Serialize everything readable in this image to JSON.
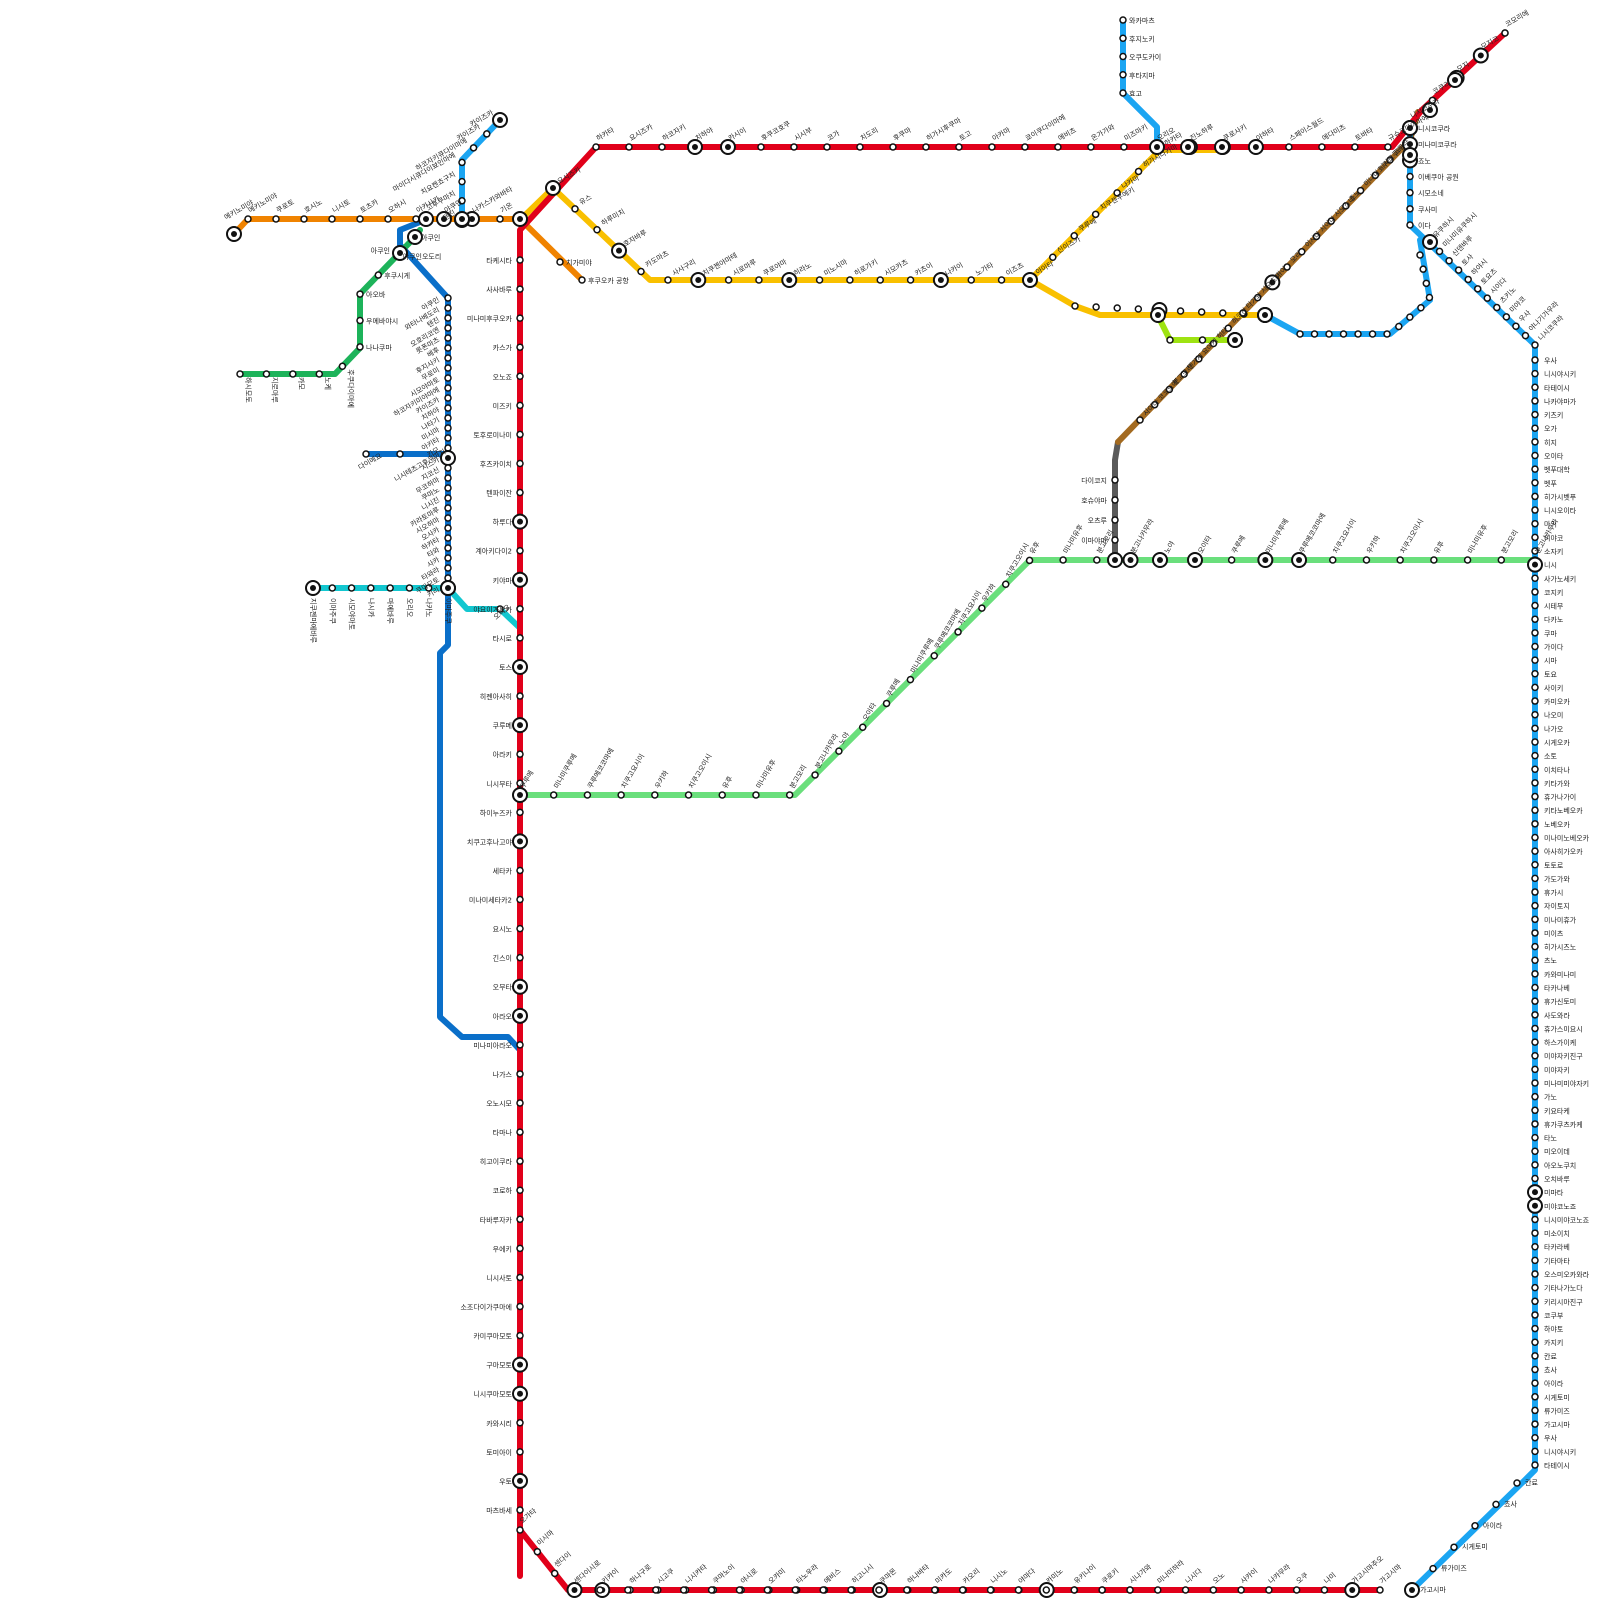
{
  "colors": {
    "red": "#e1001a",
    "orange": "#f08300",
    "yellow": "#f9c000",
    "green": "#1db35a",
    "lightgreen": "#6adf7c",
    "blue": "#0a6fc9",
    "cyan": "#12c7d0",
    "sky": "#1ba5f2",
    "brown": "#a36a20",
    "gray": "#5a5a5a",
    "lime": "#9ee312"
  },
  "lines": [
    {
      "color": "red"
    },
    {
      "color": "orange"
    },
    {
      "color": "yellow"
    },
    {
      "color": "green"
    },
    {
      "color": "lightgreen"
    },
    {
      "color": "blue"
    },
    {
      "color": "cyan"
    },
    {
      "color": "sky"
    },
    {
      "color": "brown"
    },
    {
      "color": "gray"
    },
    {
      "color": "lime"
    }
  ],
  "labels": {
    "red_vertical": [
      "타케시타",
      "사사바루",
      "미나미후쿠오카",
      "카스가",
      "오노죠",
      "미즈키",
      "토후로미나미",
      "후츠카이치",
      "텐파이잔",
      "하루다",
      "계아키다이2",
      "키야마",
      "야요이가오카",
      "타시로",
      "토스",
      "히젠아사히",
      "쿠루메",
      "아라키",
      "니시무타",
      "하이누즈카",
      "치쿠고후나고야",
      "세타카",
      "미나미세타카2",
      "요시노",
      "긴스이",
      "오무타",
      "아라오",
      "미나미아라오",
      "나가스",
      "오노시모",
      "타마나",
      "히고이쿠라",
      "코로하",
      "타바루자카",
      "우에키",
      "니시사토",
      "소조다이가쿠마에",
      "카미쿠마모토",
      "구마모토",
      "니시쿠마모토",
      "카와시리",
      "토미아이",
      "우토",
      "마츠바세"
    ],
    "red_top": [
      "하카타",
      "요시즈카",
      "하코자키",
      "치하야",
      "카시이",
      "후쿠코호쿠",
      "시시부",
      "코가",
      "치도리",
      "후쿠마",
      "히가시후쿠마",
      "토고",
      "아카마",
      "쿄이쿠다이마에",
      "에비츠",
      "온가가와",
      "미즈마키",
      "오리오",
      "진노하루",
      "쿠로사키",
      "야하타",
      "스페이스월드",
      "에다미츠",
      "토바타",
      "규슈코다이마에",
      "니시코쿠라",
      "코쿠라",
      "모지",
      "모지코",
      "코모리에"
    ],
    "red_bottom": [
      "오가타",
      "미시마",
      "센다이",
      "센다이시로",
      "키카이",
      "하나구로",
      "시고쿠",
      "니시카타",
      "쿠마노이",
      "야시로",
      "오카미",
      "타노우라",
      "에비스",
      "히고니시",
      "쿠마몬",
      "하나바타",
      "미카도",
      "카오리",
      "니시노",
      "야마다",
      "카미노",
      "유키나이",
      "쿠로키",
      "시나가와",
      "미나미하라",
      "니시다",
      "오노",
      "사카이",
      "나카무라",
      "오쿠",
      "나미",
      "가고시마주오",
      "가고시마"
    ],
    "orange_top": [
      "에키노미야",
      "쿠로토",
      "호시노",
      "니시토",
      "토츠카",
      "오하시",
      "아카사카",
      "야쿠인",
      "나카스카와바타",
      "기온"
    ],
    "orange_branch": [
      "치가미야",
      "후쿠오카 공항"
    ],
    "yellow": [
      "요시즈카",
      "유스",
      "하루미치",
      "호자바루",
      "카도마츠",
      "사사구리",
      "치쿠젠야마테",
      "시로마루",
      "쿠로야마",
      "히라노",
      "미노시마",
      "히로가키",
      "시모카츠",
      "카츠이",
      "나카이",
      "노가타",
      "이즈츠",
      "아이타",
      "신이즈카",
      "쿠루메",
      "치쿠젠우에키",
      "나카마",
      "히가시나카마",
      "하카타"
    ],
    "green": [
      "하시모토",
      "지로마루",
      "카모",
      "노케",
      "후쿠다이마에",
      "나나쿠마",
      "우메바야시",
      "아오바",
      "후쿠시게",
      "야쿠인오도리",
      "아쿠인"
    ],
    "blue": [
      "아쿠인",
      "와타나베도리",
      "텐진",
      "오호리코엔",
      "롯폰마츠",
      "베후",
      "후지사키",
      "무로미",
      "시모야마토",
      "하코자키미야마에",
      "카이즈카",
      "치하야",
      "나타기",
      "미시마",
      "아키타",
      "카모",
      "시스카",
      "지코신",
      "무코하마",
      "쿠마노",
      "니시진",
      "카라토마루",
      "시오하마",
      "오사카",
      "하카타",
      "타와",
      "사카",
      "타와라",
      "쿠마모토",
      "키리",
      "나카쿠",
      "시오",
      "오하시",
      "무로카",
      "하루타"
    ],
    "blue_branch": [
      "다이메요",
      "니시테츠고후쿠마치"
    ],
    "cyan": [
      "지쿠젠마에바루",
      "이마주쿠",
      "시모야마토",
      "나시카",
      "마에바루",
      "오리오",
      "나카노",
      "이마주쿠"
    ],
    "sky_top": [
      "와카마츠",
      "후지노키",
      "오쿠도카이",
      "후타지마",
      "효고",
      "오리오"
    ],
    "sky_right": [
      "우사",
      "니시야시키",
      "타테이시",
      "나카야마가",
      "키츠키",
      "오가",
      "히지",
      "오이타",
      "벳푸대학",
      "벳푸",
      "히가시벳푸",
      "니시오이타",
      "마키",
      "미야코",
      "소자키",
      "니시",
      "사가노세키",
      "코지키",
      "시테무",
      "다카노",
      "쿠마",
      "가이다",
      "시마",
      "토요",
      "사이키",
      "카미오카",
      "나오미",
      "나가오",
      "시게오카",
      "소토",
      "이치타나",
      "키타가와",
      "휴가나가이",
      "키타노베오카",
      "노베오카",
      "미나미노베오카",
      "아사히가오카",
      "토토로",
      "가도가와",
      "휴가시",
      "자이토지",
      "미나미휴가",
      "미이츠",
      "히가시츠노",
      "츠노",
      "카와미나미",
      "타카나베",
      "휴가신토미",
      "사도와라",
      "휴가스미요시",
      "하스가이케",
      "미야자키진구",
      "미야자키",
      "미나미미야자키",
      "가노",
      "키요타케",
      "휴가쿠츠카케",
      "타노",
      "미오이데",
      "아오노쿠치",
      "오치바루",
      "미마타",
      "미야코노죠",
      "니시미야코노죠",
      "미소이치",
      "타카라베",
      "기타마타",
      "오스미오카와라",
      "기타나가노다",
      "키리시마진구",
      "코쿠부",
      "하야토",
      "카지키",
      "칸료",
      "쵸사",
      "아이라",
      "시게토미",
      "류가미즈",
      "가고시마"
    ],
    "sky_mid": [
      "니시코쿠라",
      "미나미코쿠라",
      "죠노",
      "이베쿠아 공원",
      "시모소네",
      "쿠사미",
      "이다",
      "유쿠하시",
      "미나미유쿠하시",
      "신덴바루",
      "토사",
      "하야시",
      "토요츠",
      "시이다",
      "츠키노",
      "미야코",
      "우사",
      "야나기가우라"
    ],
    "brown": [
      "코쿠라",
      "니시코쿠라",
      "미나미코쿠라",
      "죠노",
      "시모소네",
      "시이다",
      "이시다",
      "모리",
      "카이",
      "시모츠타",
      "타가와",
      "히코산",
      "히타",
      "요아케",
      "텐가세",
      "분고모리",
      "코코노에",
      "사이다"
    ],
    "gray": [
      "다이코지",
      "호슈야마",
      "오츠루",
      "이마야마",
      "요아케",
      "히타"
    ],
    "lightgreen": [
      "쿠루메",
      "미나미쿠루메",
      "쿠루메코코마에",
      "치쿠고요시이",
      "우키하",
      "치쿠고오이시",
      "유후",
      "미나미유후",
      "분고모리",
      "분고나카무라",
      "노야",
      "오이타"
    ],
    "named_top_right": [
      "진노하루",
      "쿠로사키",
      "야하타",
      "코쿠라",
      "모지",
      "모지코",
      "하코자키",
      "오리오",
      "미나미코쿠라",
      "죠노"
    ]
  }
}
